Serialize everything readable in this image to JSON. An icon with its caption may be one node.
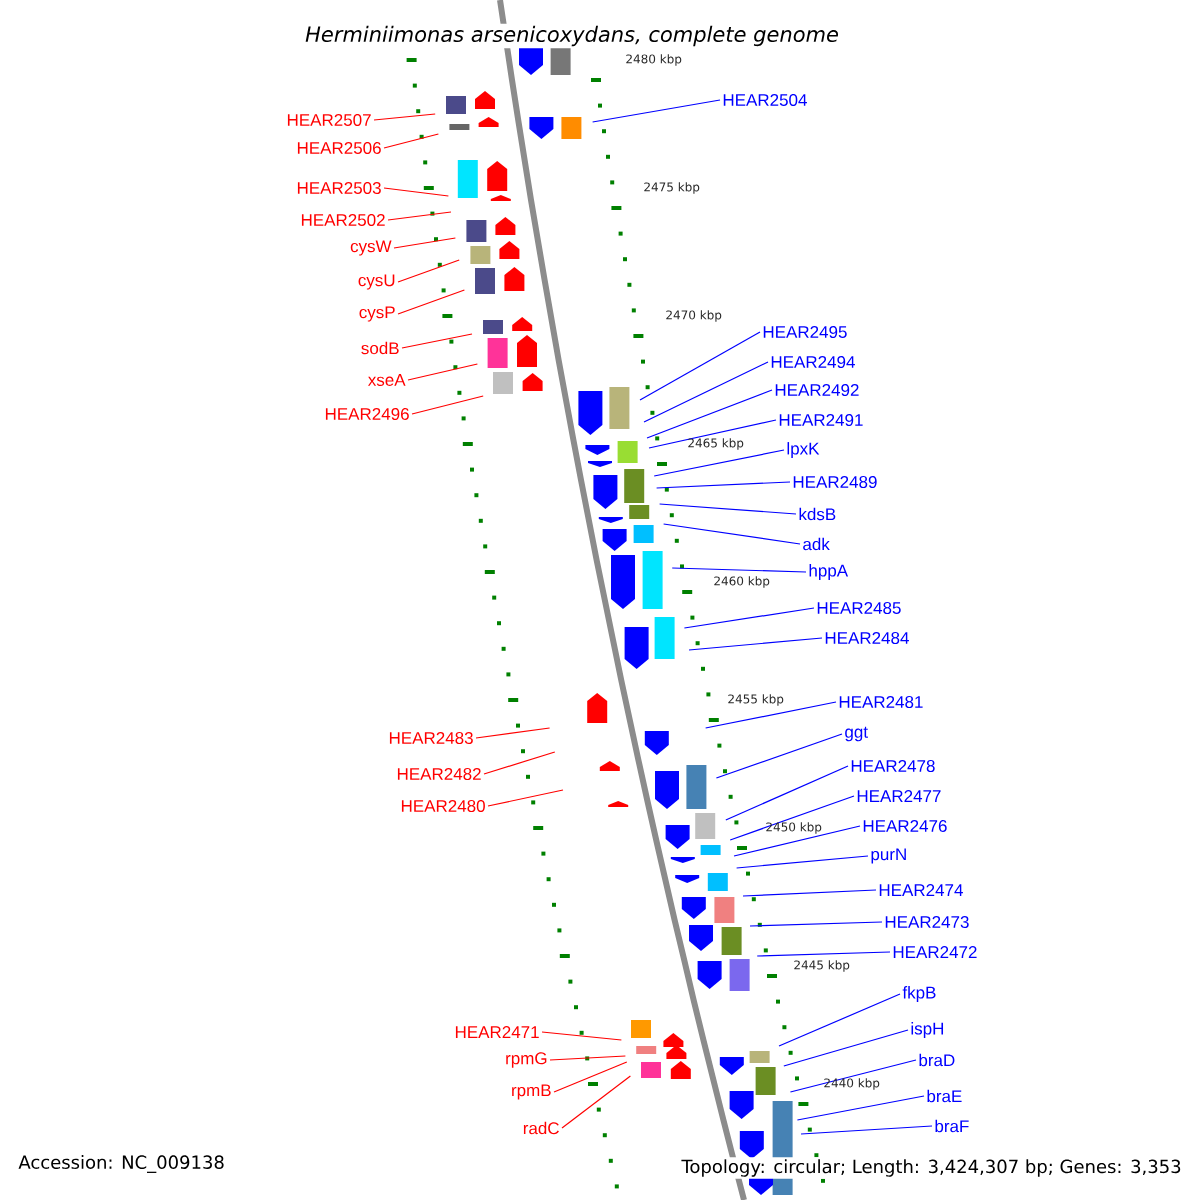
{
  "diagram": {
    "title": "Herminiimonas arsenicoxydans, complete genome",
    "nodes": [
      {
        "text": [
          "HEAR2507"
        ]
      },
      {
        "text": [
          "HEAR2506"
        ]
      },
      {
        "text": [
          "HEAR2503"
        ]
      },
      {
        "text": [
          "HEAR2502"
        ]
      },
      {
        "text": [
          "cysW"
        ]
      },
      {
        "text": [
          "cysU"
        ]
      },
      {
        "text": [
          "cysP"
        ]
      },
      {
        "text": [
          "sodB"
        ]
      },
      {
        "text": [
          "xseA"
        ]
      },
      {
        "text": [
          "HEAR2496"
        ]
      },
      {
        "text": [
          "HEAR2483"
        ]
      },
      {
        "text": [
          "HEAR2482"
        ]
      },
      {
        "text": [
          "HEAR2480"
        ]
      },
      {
        "text": [
          "HEAR2471"
        ]
      },
      {
        "text": [
          "rpmG"
        ]
      },
      {
        "text": [
          "rpmB"
        ]
      },
      {
        "text": [
          "radC"
        ]
      },
      {
        "text": [
          "HEAR2504"
        ]
      },
      {
        "text": [
          "HEAR2495"
        ]
      },
      {
        "text": [
          "HEAR2494"
        ]
      },
      {
        "text": [
          "HEAR2492"
        ]
      },
      {
        "text": [
          "HEAR2491"
        ]
      },
      {
        "text": [
          "lpxK"
        ]
      },
      {
        "text": [
          "HEAR2489"
        ]
      },
      {
        "text": [
          "kdsB"
        ]
      },
      {
        "text": [
          "adk"
        ]
      },
      {
        "text": [
          "hppA"
        ]
      },
      {
        "text": [
          "HEAR2485"
        ]
      },
      {
        "text": [
          "HEAR2484"
        ]
      },
      {
        "text": [
          "HEAR2481"
        ]
      },
      {
        "text": [
          "ggt"
        ]
      },
      {
        "text": [
          "HEAR2478"
        ]
      },
      {
        "text": [
          "HEAR2477"
        ]
      },
      {
        "text": [
          "HEAR2476"
        ]
      },
      {
        "text": [
          "purN"
        ]
      },
      {
        "text": [
          "HEAR2474"
        ]
      },
      {
        "text": [
          "HEAR2473"
        ]
      },
      {
        "text": [
          "HEAR2472"
        ]
      },
      {
        "text": [
          "fkpB"
        ]
      },
      {
        "text": [
          "ispH"
        ]
      },
      {
        "text": [
          "braD"
        ]
      },
      {
        "text": [
          "braE"
        ]
      },
      {
        "text": [
          "braF"
        ]
      }
    ],
    "edges": [
      {
        "from": 0,
        "to": null,
        "arrow": "none",
        "color": "#ff0000"
      },
      {
        "from": 1,
        "to": null,
        "arrow": "none",
        "color": "#ff0000"
      },
      {
        "from": 2,
        "to": null,
        "arrow": "none",
        "color": "#ff0000"
      },
      {
        "from": 3,
        "to": null,
        "arrow": "none",
        "color": "#ff0000"
      },
      {
        "from": 4,
        "to": null,
        "arrow": "none",
        "color": "#ff0000"
      },
      {
        "from": 5,
        "to": null,
        "arrow": "none",
        "color": "#ff0000"
      },
      {
        "from": 6,
        "to": null,
        "arrow": "none",
        "color": "#ff0000"
      },
      {
        "from": 7,
        "to": null,
        "arrow": "none",
        "color": "#ff0000"
      },
      {
        "from": 8,
        "to": null,
        "arrow": "none",
        "color": "#ff0000"
      },
      {
        "from": 9,
        "to": null,
        "arrow": "none",
        "color": "#ff0000"
      },
      {
        "from": 10,
        "to": null,
        "arrow": "none",
        "color": "#ff0000"
      },
      {
        "from": 11,
        "to": null,
        "arrow": "none",
        "color": "#ff0000"
      },
      {
        "from": 12,
        "to": null,
        "arrow": "none",
        "color": "#ff0000"
      },
      {
        "from": 13,
        "to": null,
        "arrow": "none",
        "color": "#ff0000"
      },
      {
        "from": 14,
        "to": null,
        "arrow": "none",
        "color": "#ff0000"
      },
      {
        "from": 15,
        "to": null,
        "arrow": "none",
        "color": "#ff0000"
      },
      {
        "from": 16,
        "to": null,
        "arrow": "none",
        "color": "#ff0000"
      },
      {
        "from": 17,
        "to": null,
        "arrow": "none"
      },
      {
        "from": 18,
        "to": null,
        "arrow": "none"
      },
      {
        "from": 19,
        "to": null,
        "arrow": "none"
      },
      {
        "from": 20,
        "to": null,
        "arrow": "none"
      },
      {
        "from": 21,
        "to": null,
        "arrow": "none"
      },
      {
        "from": 22,
        "to": null,
        "arrow": "none"
      },
      {
        "from": 23,
        "to": null,
        "arrow": "none"
      },
      {
        "from": 24,
        "to": null,
        "arrow": "none"
      },
      {
        "from": 25,
        "to": null,
        "arrow": "none"
      },
      {
        "from": 26,
        "to": null,
        "arrow": "none"
      },
      {
        "from": 27,
        "to": null,
        "arrow": "none"
      },
      {
        "from": 28,
        "to": null,
        "arrow": "none"
      },
      {
        "from": 29,
        "to": null,
        "arrow": "none"
      },
      {
        "from": 30,
        "to": null,
        "arrow": "none"
      },
      {
        "from": 31,
        "to": null,
        "arrow": "none"
      },
      {
        "from": 32,
        "to": null,
        "arrow": "none"
      },
      {
        "from": 33,
        "to": null,
        "arrow": "none"
      },
      {
        "from": 34,
        "to": null,
        "arrow": "none"
      },
      {
        "from": 35,
        "to": null,
        "arrow": "none"
      },
      {
        "from": 36,
        "to": null,
        "arrow": "none"
      },
      {
        "from": 37,
        "to": null,
        "arrow": "none"
      },
      {
        "from": 38,
        "to": null,
        "arrow": "none"
      },
      {
        "from": 39,
        "to": null,
        "arrow": "none"
      },
      {
        "from": 40,
        "to": null,
        "arrow": "none"
      },
      {
        "from": 41,
        "to": null,
        "arrow": "none"
      },
      {
        "from": 42,
        "to": null,
        "arrow": "none"
      }
    ],
    "labels": [
      "2480 kbp",
      "2475 kbp",
      "2470 kbp",
      "2465 kbp",
      "2460 kbp",
      "2455 kbp",
      "2450 kbp",
      "2445 kbp",
      "2440 kbp",
      "Accession: NC_009138",
      "Topology: circular; Length: 3,424,307 bp; Genes: 3,353"
    ]
  }
}
